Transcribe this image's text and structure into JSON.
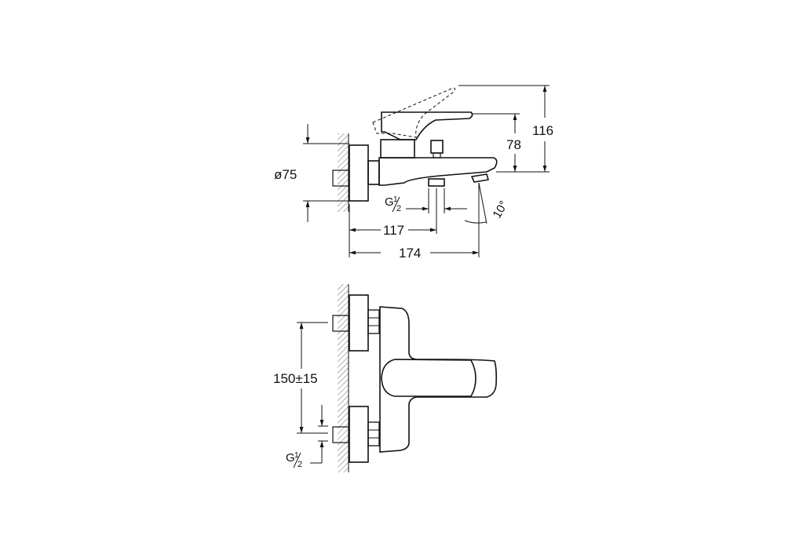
{
  "drawing": {
    "side_view": {
      "dimensions": {
        "wall_flange_diameter": "ø75",
        "outlet_thread": "G",
        "outlet_thread_fraction": "½",
        "outlet_thread_sub": "2",
        "outlet_thread_num": "1",
        "spout_offset": "117",
        "total_depth": "174",
        "lever_height": "78",
        "total_height": "116",
        "spout_angle": "10°"
      }
    },
    "top_view": {
      "dimensions": {
        "inlet_spacing": "150±15",
        "inlet_thread": "G",
        "inlet_thread_num": "1",
        "inlet_thread_sub": "2"
      }
    },
    "colors": {
      "line": "#111111",
      "hatch": "#666666",
      "background": "#ffffff"
    }
  }
}
